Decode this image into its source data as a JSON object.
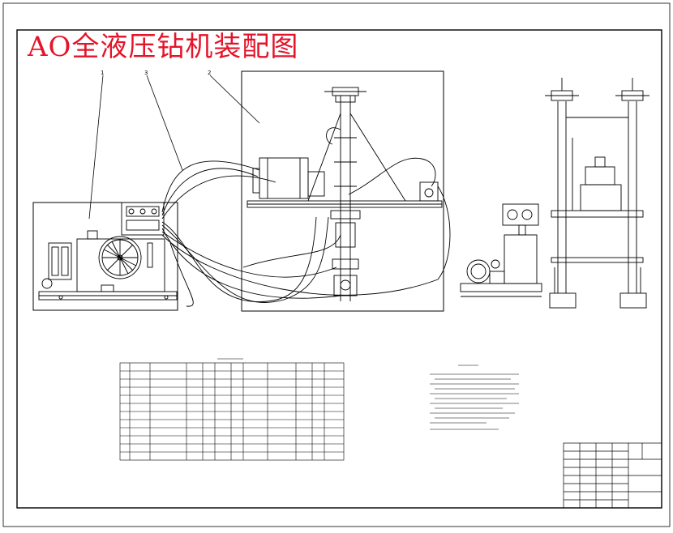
{
  "drawing": {
    "title": "AO全液压钻机装配图",
    "balloon_labels": [
      "1",
      "3",
      "2"
    ]
  },
  "colors": {
    "title": "#e4142a",
    "line": "#000000",
    "paper": "#ffffff"
  }
}
